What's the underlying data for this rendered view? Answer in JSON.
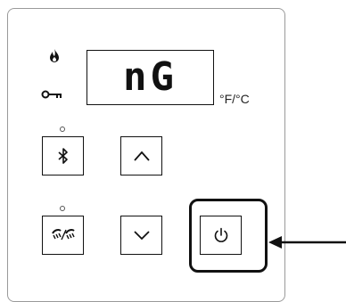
{
  "display": {
    "value": "nG"
  },
  "unit_label": "°F/°C",
  "icons": {
    "flame": "flame-icon",
    "key": "key-icon",
    "bluetooth": "bluetooth-icon",
    "up": "chevron-up-icon",
    "shower": "shower-icon",
    "down": "chevron-down-icon",
    "power": "power-icon",
    "arrow": "arrow-left-icon"
  },
  "highlighted_button": "power-button"
}
